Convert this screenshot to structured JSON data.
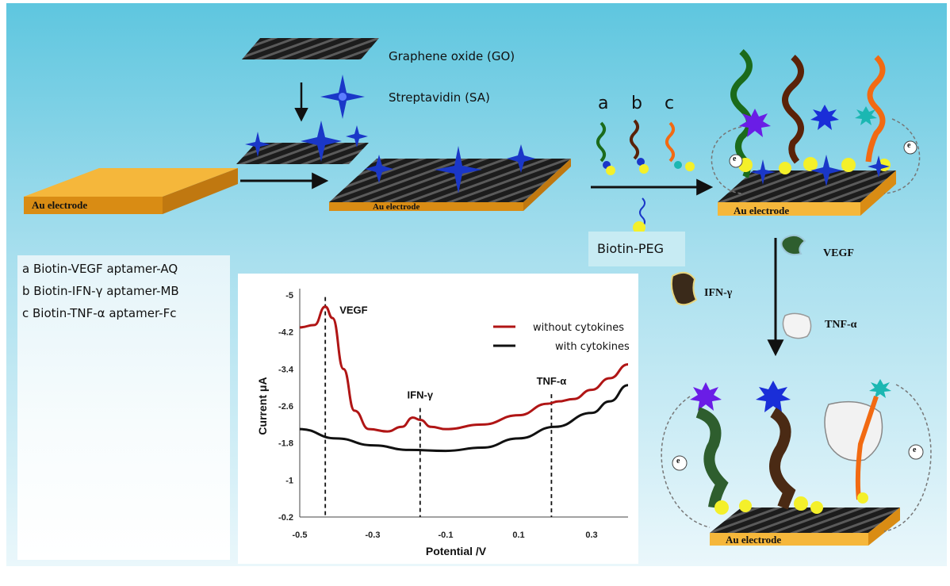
{
  "labels": {
    "go": "Graphene oxide (GO)",
    "sa": "Streptavidin (SA)",
    "au": "Au electrode",
    "a": "a",
    "b": "b",
    "c": "c",
    "biotin_peg": "Biotin-PEG",
    "vegf": "VEGF",
    "ifn": "IFN-γ",
    "tnf": "TNF-α",
    "electron": "e"
  },
  "legend": [
    "a  Biotin-VEGF aptamer-AQ",
    "b  Biotin-IFN-γ aptamer-MB",
    "c  Biotin-TNF-α aptamer-Fc"
  ],
  "colors": {
    "background_top": "#5ec6df",
    "background_mid": "#a8dfee",
    "gold_top": "#f5b73b",
    "gold_side": "#d98c14",
    "graphene": "#1e1e1e",
    "streptavidin": "#1a37c8",
    "biotin": "#f4f02a",
    "aptamer_a": "#1b6b1b",
    "aptamer_b": "#5a2208",
    "aptamer_c": "#f26a12",
    "aq_label": "#6a1de6",
    "mb_label": "#1a2ed8",
    "fc_label": "#1bb7b2"
  },
  "chart_data": {
    "type": "line",
    "xlabel": "Potential /V",
    "ylabel": "Current μA",
    "xlim": [
      -0.5,
      0.4
    ],
    "ylim": [
      -0.2,
      -5.0
    ],
    "xticks": [
      "-0.5",
      "-0.3",
      "-0.1",
      "0.1",
      "0.3"
    ],
    "yticks": [
      "-5",
      "-4.2",
      "-3.4",
      "-2.6",
      "-1.8",
      "-1",
      "-0.2"
    ],
    "series": [
      {
        "name": "without cytokines",
        "color": "#b01515",
        "x": [
          -0.5,
          -0.46,
          -0.43,
          -0.41,
          -0.38,
          -0.35,
          -0.31,
          -0.26,
          -0.22,
          -0.19,
          -0.17,
          -0.14,
          -0.1,
          0.0,
          0.1,
          0.18,
          0.21,
          0.25,
          0.3,
          0.35,
          0.4
        ],
        "y": [
          -4.3,
          -4.35,
          -4.75,
          -4.5,
          -3.4,
          -2.5,
          -2.1,
          -2.05,
          -2.15,
          -2.35,
          -2.3,
          -2.15,
          -2.1,
          -2.2,
          -2.4,
          -2.65,
          -2.7,
          -2.75,
          -2.95,
          -3.2,
          -3.5
        ]
      },
      {
        "name": "with cytokines",
        "color": "#111111",
        "x": [
          -0.5,
          -0.4,
          -0.3,
          -0.2,
          -0.1,
          0.0,
          0.1,
          0.2,
          0.3,
          0.35,
          0.4
        ],
        "y": [
          -2.1,
          -1.9,
          -1.75,
          -1.65,
          -1.63,
          -1.7,
          -1.9,
          -2.15,
          -2.45,
          -2.7,
          -3.05
        ]
      }
    ],
    "markers": [
      {
        "label": "VEGF",
        "x": -0.43
      },
      {
        "label": "IFN-γ",
        "x": -0.17
      },
      {
        "label": "TNF-α",
        "x": 0.19
      }
    ],
    "legend_position": "top-right"
  }
}
